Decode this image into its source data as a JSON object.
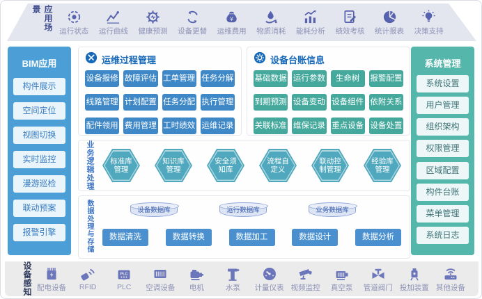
{
  "top_bar": {
    "label": "应用场景",
    "items": [
      {
        "label": "运行状态",
        "icon": "run-status-icon"
      },
      {
        "label": "运行曲线",
        "icon": "run-curve-icon"
      },
      {
        "label": "健康预测",
        "icon": "health-predict-icon"
      },
      {
        "label": "设备更替",
        "icon": "device-replace-icon"
      },
      {
        "label": "运维费用",
        "icon": "ops-cost-icon"
      },
      {
        "label": "物质消耗",
        "icon": "material-consume-icon"
      },
      {
        "label": "能耗分析",
        "icon": "energy-analysis-icon"
      },
      {
        "label": "绩效考核",
        "icon": "performance-appraisal-icon"
      },
      {
        "label": "统计报表",
        "icon": "stats-report-icon"
      },
      {
        "label": "决策支持",
        "icon": "decision-support-icon"
      }
    ]
  },
  "bim_panel": {
    "title": "BIM应用",
    "buttons": [
      "构件展示",
      "空间定位",
      "视图切换",
      "实时监控",
      "漫游巡检",
      "联动预案",
      "报警引擎"
    ]
  },
  "ops_panel": {
    "title": "运维过程管理",
    "buttons": [
      "设备报修",
      "故障评估",
      "工单管理",
      "任务分解",
      "线路管理",
      "计划配置",
      "任务分配",
      "执行管理",
      "配件领用",
      "费用管理",
      "工时绩效",
      "运维记录"
    ]
  },
  "ledger_panel": {
    "title": "设备台账信息",
    "buttons": [
      "基础数据",
      "运行参数",
      "生命树",
      "报警配置",
      "到期预测",
      "设备变动",
      "设备组件",
      "依附关系",
      "关联标准",
      "维保记录",
      "重点设备",
      "设备处置"
    ]
  },
  "logic_section": {
    "label": "业务逻辑处理",
    "hexagons": [
      {
        "line1": "标准库",
        "line2": "管理"
      },
      {
        "line1": "知识库",
        "line2": "管理"
      },
      {
        "line1": "安全须",
        "line2": "知库"
      },
      {
        "line1": "流程自",
        "line2": "定义"
      },
      {
        "line1": "联动控",
        "line2": "制管理"
      },
      {
        "line1": "经验库",
        "line2": "管理"
      }
    ]
  },
  "data_section": {
    "label": "数据处理与存储",
    "databases": [
      "设备数据库",
      "运行数据库",
      "业务数据库"
    ],
    "buttons": [
      "数据清洗",
      "数据转换",
      "数据加工",
      "数据设计",
      "数据分析"
    ]
  },
  "sys_panel": {
    "title": "系统管理",
    "buttons": [
      "系统设置",
      "用户管理",
      "组织架构",
      "权限管理",
      "区域配置",
      "构件台账",
      "菜单管理",
      "系统日志"
    ]
  },
  "bottom_bar": {
    "label": "设备感知",
    "items": [
      {
        "label": "配电设备",
        "icon": "power-distribution-icon"
      },
      {
        "label": "RFID",
        "icon": "rfid-icon"
      },
      {
        "label": "PLC",
        "icon": "plc-icon"
      },
      {
        "label": "空调设备",
        "icon": "air-conditioner-icon"
      },
      {
        "label": "电机",
        "icon": "motor-icon"
      },
      {
        "label": "水泵",
        "icon": "water-pump-icon"
      },
      {
        "label": "计量仪表",
        "icon": "meter-icon"
      },
      {
        "label": "视频监控",
        "icon": "cctv-icon"
      },
      {
        "label": "真空泵",
        "icon": "vacuum-pump-icon"
      },
      {
        "label": "管道阀门",
        "icon": "valve-icon"
      },
      {
        "label": "投加装置",
        "icon": "dosing-device-icon"
      },
      {
        "label": "其他设备",
        "icon": "other-device-icon"
      }
    ]
  },
  "glyphs": {
    "yuan": "¥",
    "plc": "PLC"
  },
  "colors": {
    "top_bar_bg": "#e3e6ef",
    "indigo_icon": "#5662ae",
    "bim_panel": "#4b9fd6",
    "sys_panel": "#55b6ab",
    "ops_button": "#3f88c8",
    "ledger_button": "#44a89c",
    "hexagon": "#4fa8bd",
    "data_button": "#4a90ce",
    "db_fill": "#dde4f4",
    "db_border": "#8fa6da",
    "card_title": "#1668b8",
    "bottom_bar_bg": "#ebebeb"
  }
}
